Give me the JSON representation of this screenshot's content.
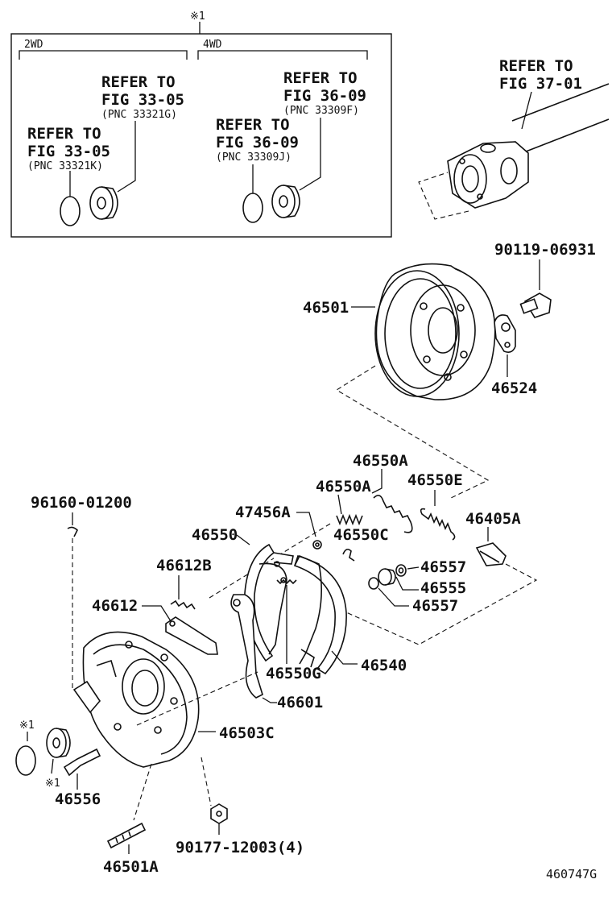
{
  "inset": {
    "note_mark": "※1",
    "group_2wd": "2WD",
    "group_4wd": "4WD",
    "refs": [
      {
        "line1": "REFER TO",
        "line2": "FIG 33-05",
        "line3": "(PNC 33321G)"
      },
      {
        "line1": "REFER TO",
        "line2": "FIG 33-05",
        "line3": "(PNC 33321K)"
      },
      {
        "line1": "REFER TO",
        "line2": "FIG 36-09",
        "line3": "(PNC 33309F)"
      },
      {
        "line1": "REFER TO",
        "line2": "FIG 36-09",
        "line3": "(PNC 33309J)"
      }
    ]
  },
  "axle_ref": {
    "line1": "REFER TO",
    "line2": "FIG 37-01"
  },
  "parts": {
    "p90119": "90119-06931",
    "p46501": "46501",
    "p46524": "46524",
    "p46550A_top": "46550A",
    "p46550A": "46550A",
    "p46550E": "46550E",
    "p96160": "96160-01200",
    "p47456A": "47456A",
    "p46550C": "46550C",
    "p46405A": "46405A",
    "p46550": "46550",
    "p46557a": "46557",
    "p46555": "46555",
    "p46557b": "46557",
    "p46612B": "46612B",
    "p46612": "46612",
    "p46550G": "46550G",
    "p46540": "46540",
    "p46601": "46601",
    "p46503C": "46503C",
    "p46556": "46556",
    "p90177": "90177-12003(4)",
    "p46501A": "46501A"
  },
  "note_marks": {
    "a": "※1",
    "b": "※1"
  },
  "figure_id": "460747G"
}
